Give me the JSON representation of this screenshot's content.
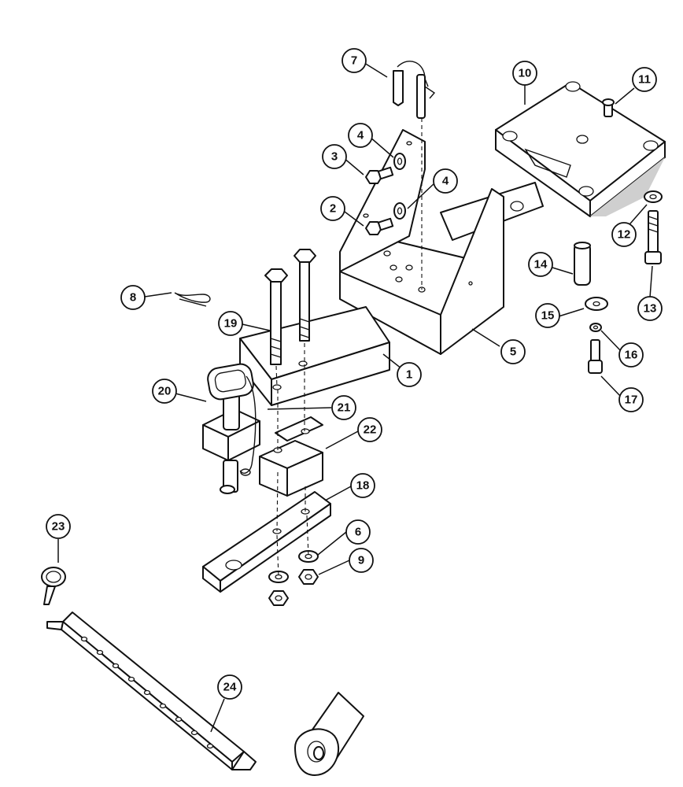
{
  "callouts": [
    {
      "id": "c1",
      "label": "1"
    },
    {
      "id": "c2",
      "label": "2"
    },
    {
      "id": "c3",
      "label": "3"
    },
    {
      "id": "c4a",
      "label": "4"
    },
    {
      "id": "c4b",
      "label": "4"
    },
    {
      "id": "c5",
      "label": "5"
    },
    {
      "id": "c6",
      "label": "6"
    },
    {
      "id": "c7",
      "label": "7"
    },
    {
      "id": "c8",
      "label": "8"
    },
    {
      "id": "c9",
      "label": "9"
    },
    {
      "id": "c10",
      "label": "10"
    },
    {
      "id": "c11",
      "label": "11"
    },
    {
      "id": "c12",
      "label": "12"
    },
    {
      "id": "c13",
      "label": "13"
    },
    {
      "id": "c14",
      "label": "14"
    },
    {
      "id": "c15",
      "label": "15"
    },
    {
      "id": "c16",
      "label": "16"
    },
    {
      "id": "c17",
      "label": "17"
    },
    {
      "id": "c18",
      "label": "18"
    },
    {
      "id": "c19",
      "label": "19"
    },
    {
      "id": "c20",
      "label": "20"
    },
    {
      "id": "c21",
      "label": "21"
    },
    {
      "id": "c22",
      "label": "22"
    },
    {
      "id": "c23",
      "label": "23"
    },
    {
      "id": "c24",
      "label": "24"
    }
  ]
}
